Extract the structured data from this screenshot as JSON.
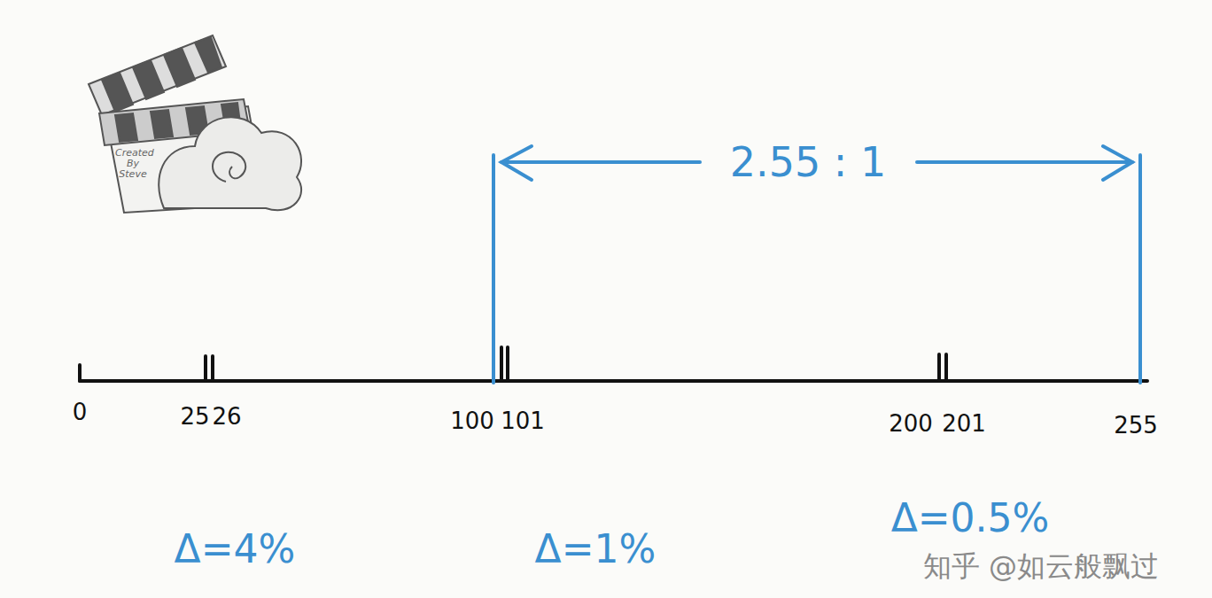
{
  "diagram": {
    "labels": [
      "0",
      "25",
      "26",
      "100",
      "101",
      "200",
      "201",
      "255",
      "2.55 : 1",
      "Δ=4%",
      "Δ=1%",
      "Δ=0.5%",
      "知乎 @如云般飘过",
      "Created By Steve"
    ]
  }
}
